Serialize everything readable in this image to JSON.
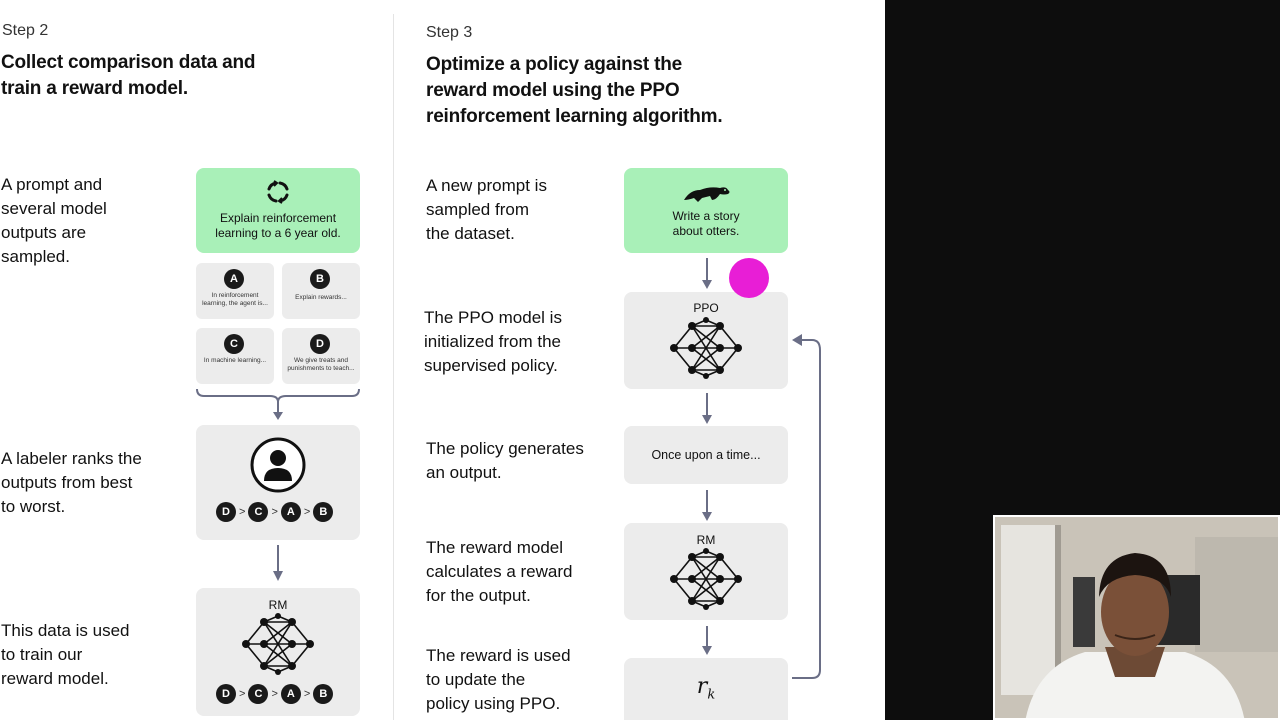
{
  "step2": {
    "step_label": "Step 2",
    "heading": [
      "Collect comparison data and",
      "train a reward model."
    ],
    "desc1": [
      "A prompt and",
      "several model",
      "outputs are",
      "sampled."
    ],
    "prompt_text": [
      "Explain reinforcement",
      "learning to a 6 year old."
    ],
    "cards": [
      {
        "badge": "A",
        "text": "In reinforcement learning, the agent is..."
      },
      {
        "badge": "B",
        "text": "Explain rewards..."
      },
      {
        "badge": "C",
        "text": "In machine learning..."
      },
      {
        "badge": "D",
        "text": "We give treats and punishments to teach..."
      }
    ],
    "desc2": [
      "A labeler ranks the",
      "outputs from best",
      "to worst."
    ],
    "ranking": [
      "D",
      "C",
      "A",
      "B"
    ],
    "desc3": [
      "This data is used",
      "to train our",
      "reward model."
    ],
    "rm_label": "RM"
  },
  "step3": {
    "step_label": "Step 3",
    "heading": [
      "Optimize a policy against the",
      "reward model using the PPO",
      "reinforcement learning algorithm."
    ],
    "desc1": [
      "A new prompt is",
      "sampled from",
      "the dataset."
    ],
    "prompt_text": [
      "Write a story",
      "about otters."
    ],
    "desc2": [
      "The PPO model is",
      "initialized from the",
      "supervised policy."
    ],
    "ppo_label": "PPO",
    "desc3": [
      "The policy generates",
      "an output."
    ],
    "output_text": "Once upon a time...",
    "desc4": [
      "The reward model",
      "calculates a reward",
      "for the output."
    ],
    "rm_label": "RM",
    "desc5": [
      "The reward is used",
      "to update the",
      "policy using PPO."
    ],
    "reward_symbol": "r",
    "reward_subscript": "k"
  },
  "colors": {
    "green_box": "#a9f0b8",
    "gray_box": "#ececec",
    "cursor": "#e81ed6"
  }
}
